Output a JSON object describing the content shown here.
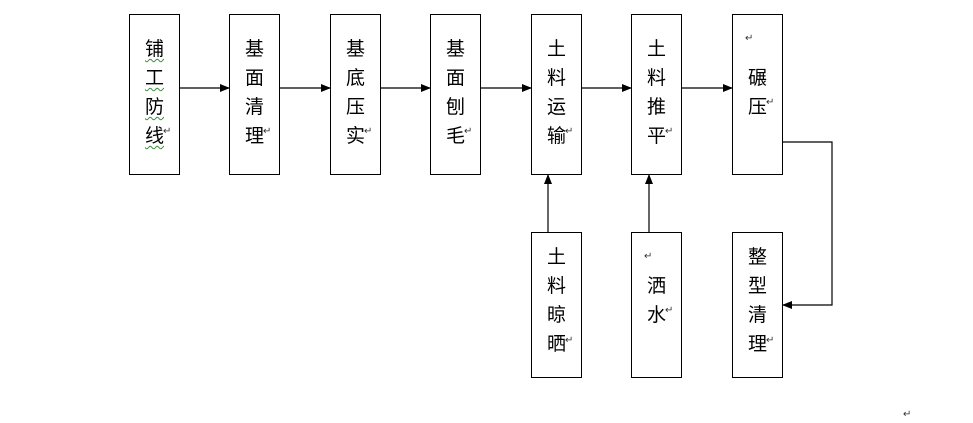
{
  "nodes": {
    "n1": {
      "label": "铺\n工\n防\n线"
    },
    "n2": {
      "label": "基\n面\n清\n理"
    },
    "n3": {
      "label": "基\n底\n压\n实"
    },
    "n4": {
      "label": "基\n面\n刨\n毛"
    },
    "n5": {
      "label": "土\n料\n运\n输"
    },
    "n6": {
      "label": "土\n料\n推\n平"
    },
    "n7": {
      "label": "碾\n压"
    },
    "n8": {
      "label": "土\n料\n晾\n晒"
    },
    "n9": {
      "label": "洒\n水"
    },
    "n10": {
      "label": "整\n型\n清\n理"
    }
  },
  "edges": [
    {
      "from": "n1",
      "to": "n2"
    },
    {
      "from": "n2",
      "to": "n3"
    },
    {
      "from": "n3",
      "to": "n4"
    },
    {
      "from": "n4",
      "to": "n5"
    },
    {
      "from": "n5",
      "to": "n6"
    },
    {
      "from": "n6",
      "to": "n7"
    },
    {
      "from": "n8",
      "to": "n5"
    },
    {
      "from": "n9",
      "to": "n6"
    },
    {
      "from": "n7",
      "to": "n10"
    }
  ],
  "colors": {
    "stroke": "#000000",
    "mark": "#333333"
  },
  "paragraph_mark": "↵"
}
